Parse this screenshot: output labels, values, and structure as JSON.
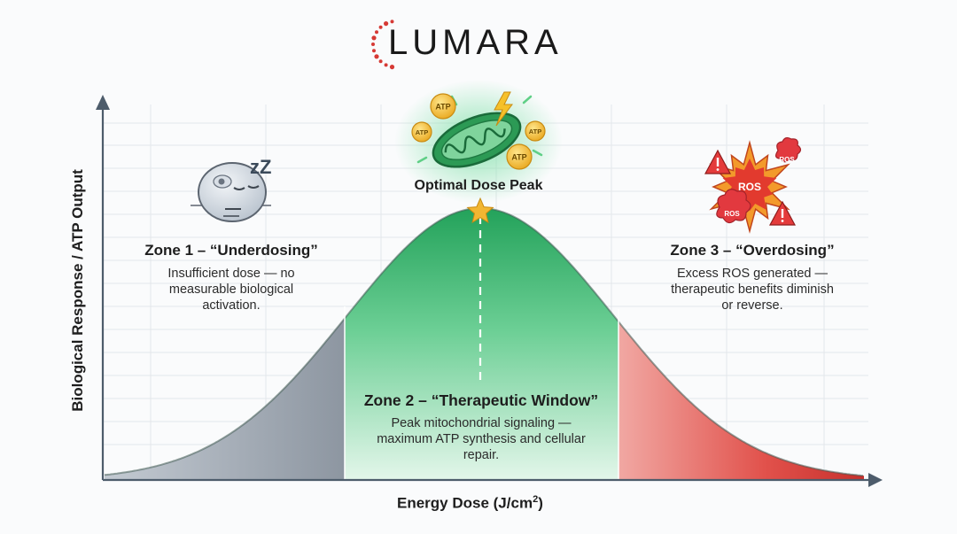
{
  "brand": {
    "name": "LUMARA"
  },
  "axes": {
    "y_label": "Biological Response / ATP Output",
    "x_label_main": "Energy Dose (J/cm",
    "x_label_sup": "2",
    "x_label_end": ")"
  },
  "peak": {
    "label": "Optimal Dose Peak",
    "atp_badges": [
      "ATP",
      "ATP",
      "ATP",
      "ATP"
    ]
  },
  "zones": [
    {
      "title": "Zone 1 – “Underdosing”",
      "description": "Insufficient dose — no measurable biological activation.",
      "color": "#9aa3ad",
      "sleep_letters": "zZ"
    },
    {
      "title": "Zone 2 – “Therapeutic Window”",
      "description": "Peak mitochondrial signaling — maximum ATP synthesis and cellular repair.",
      "color": "#2fb36a"
    },
    {
      "title": "Zone 3 – “Overdosing”",
      "description": "Excess ROS generated — therapeutic benefits diminish or reverse.",
      "color": "#e24a45",
      "ros_labels": [
        "ROS",
        "ROS",
        "ROS"
      ]
    }
  ],
  "colors": {
    "accent_red": "#d63a35",
    "therapeutic_green": "#2fb36a",
    "underdose_gray": "#9aa3ad",
    "axis": "#4d5c6b",
    "peak_star": "#f2b632"
  }
}
